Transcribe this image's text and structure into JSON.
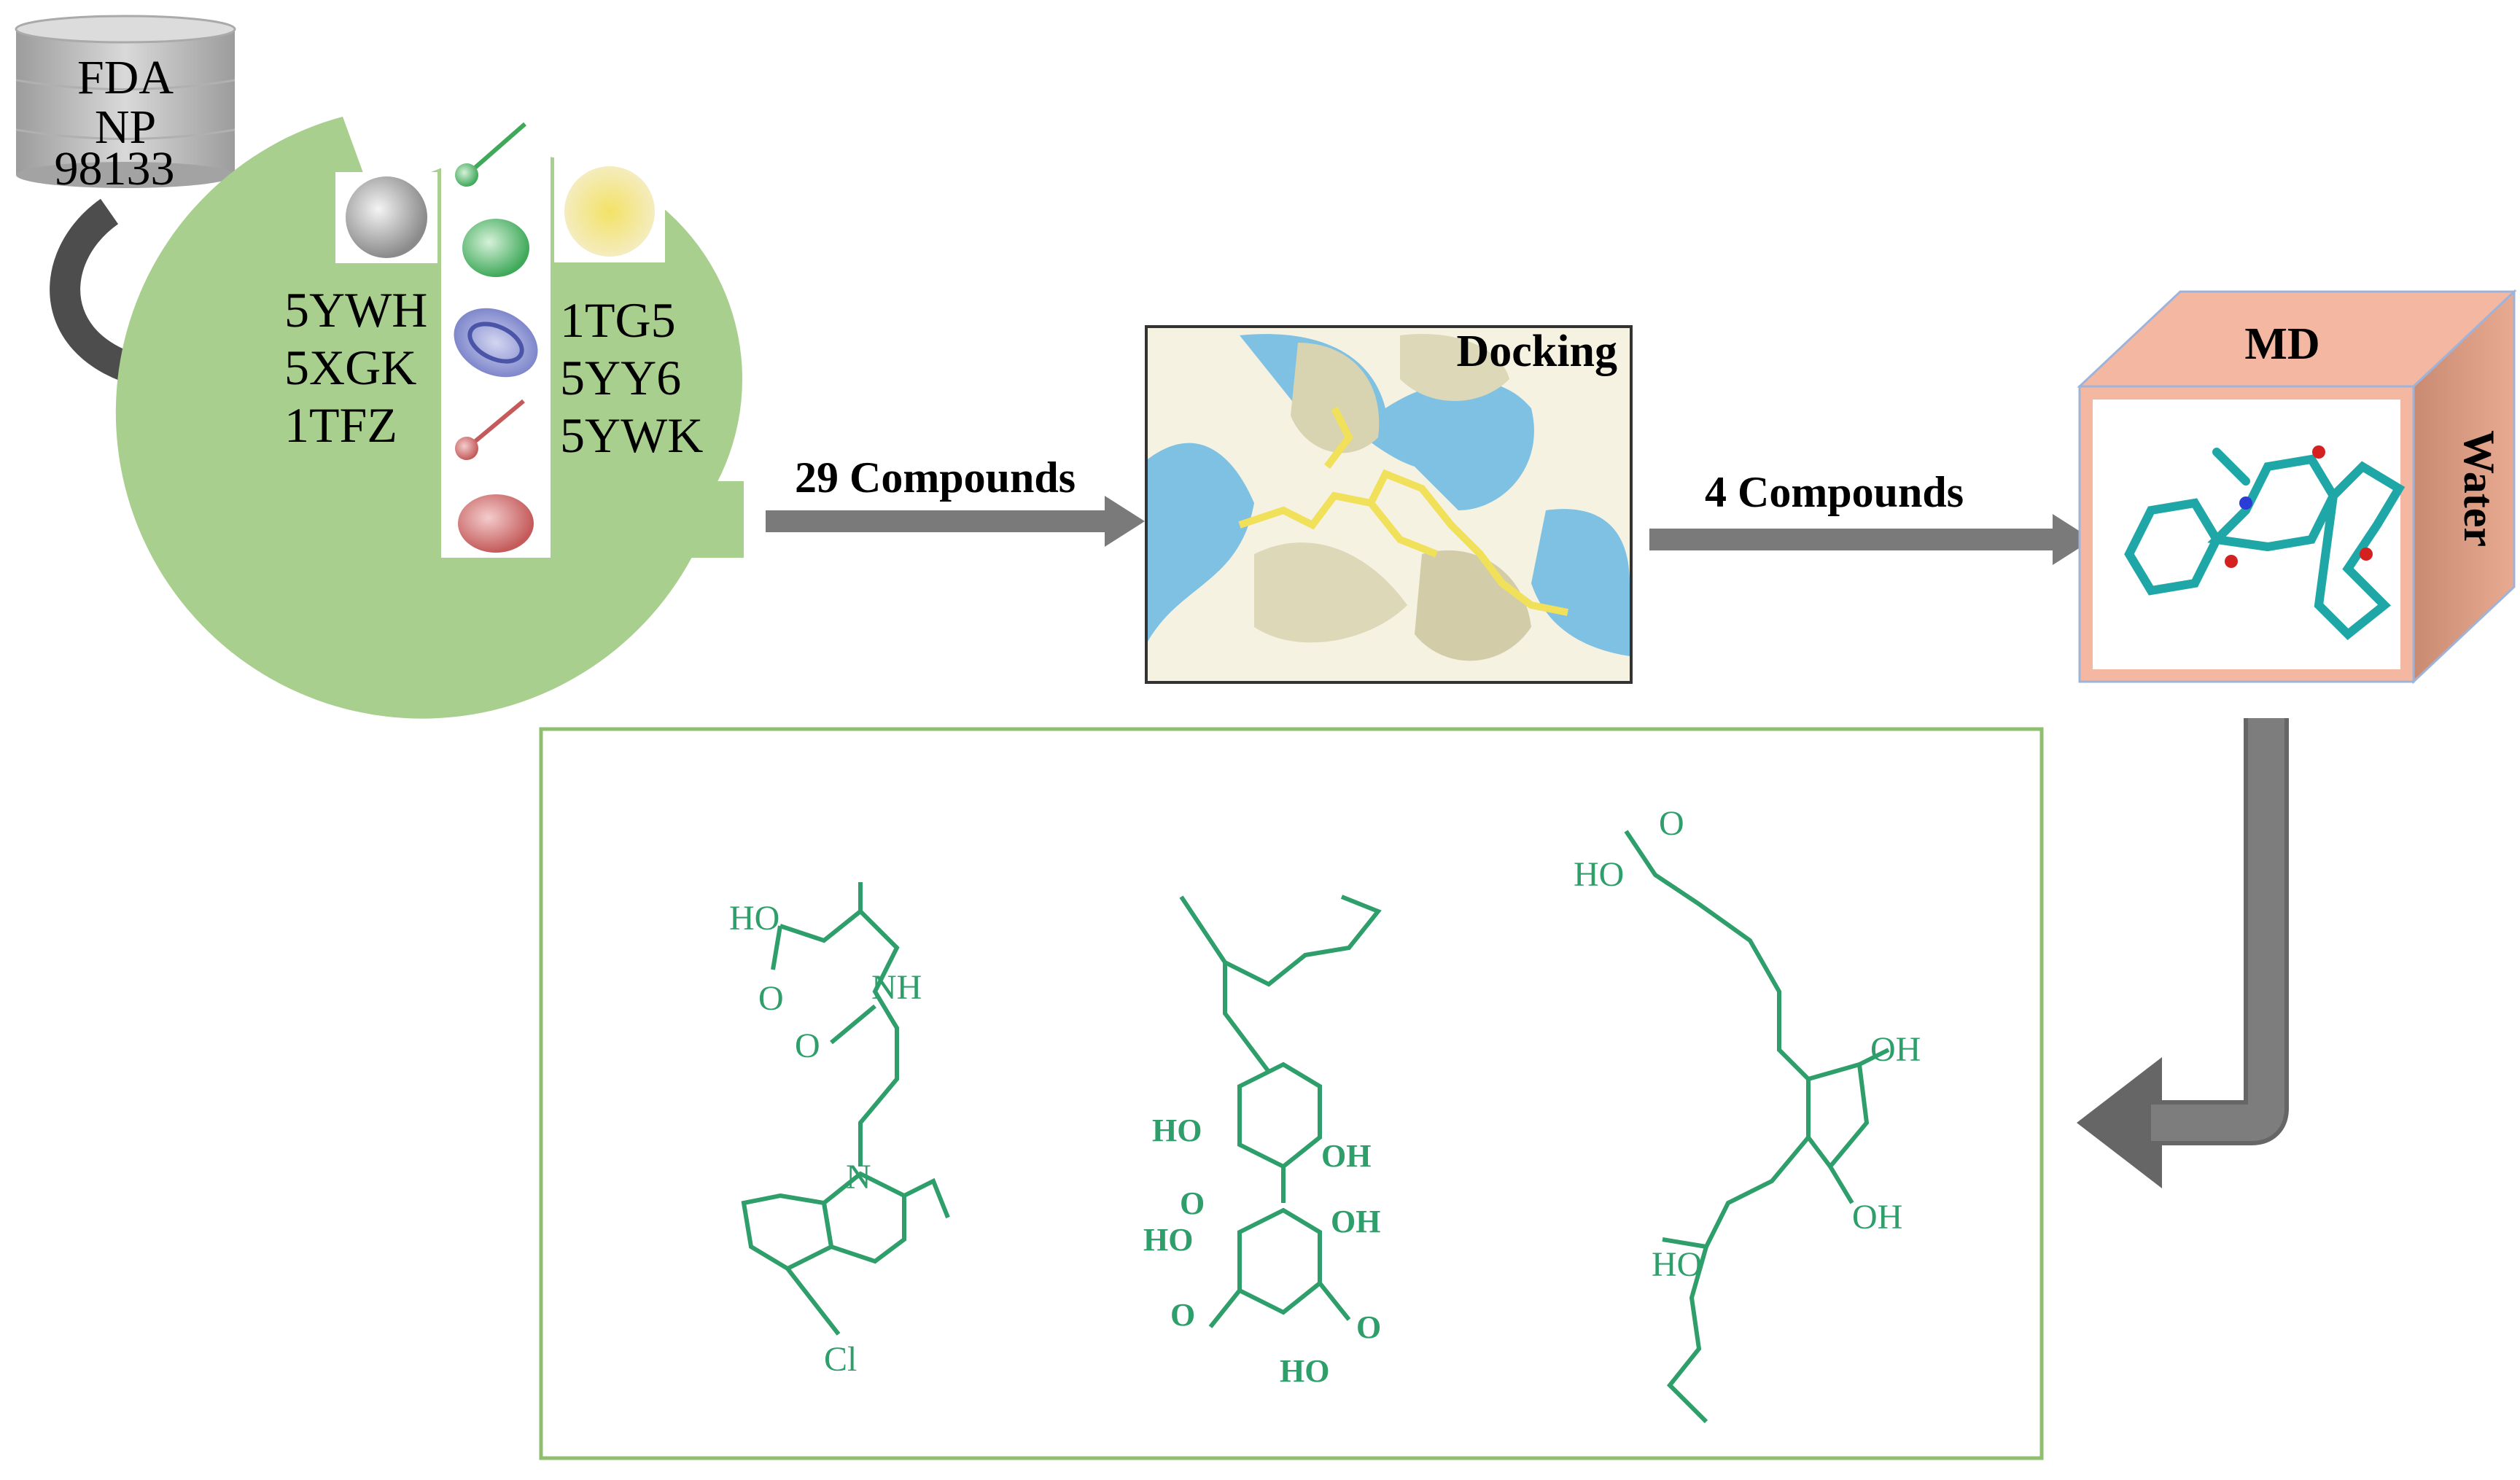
{
  "database": {
    "lines": [
      "FDA",
      "NP",
      "98133"
    ]
  },
  "targets": {
    "left_ids": [
      "5YWH",
      "5XGK",
      "1TFZ"
    ],
    "right_ids": [
      "1TG5",
      "5YY6",
      "5YWK"
    ]
  },
  "steps": {
    "arrow1_label": "29 Compounds",
    "docking_title": "Docking",
    "arrow2_label": "4 Compounds",
    "md_title": "MD",
    "md_side_label": "Water"
  },
  "molecules": {
    "mol1": {
      "labels": [
        "HO",
        "O",
        "NH",
        "O",
        "N",
        "Cl"
      ]
    },
    "mol2": {
      "labels": [
        "HO",
        "OH",
        "O",
        "HO",
        "OH",
        "O",
        "O",
        "HO"
      ]
    },
    "mol3": {
      "labels": [
        "O",
        "HO",
        "OH",
        "OH",
        "HO"
      ]
    }
  },
  "colors": {
    "accent_green": "#a9cf8e",
    "molecule_green": "#2e9e6a",
    "box_border": "#8fbf6e",
    "arrow_gray": "#777777",
    "md_peach": "#f4b8a2"
  }
}
